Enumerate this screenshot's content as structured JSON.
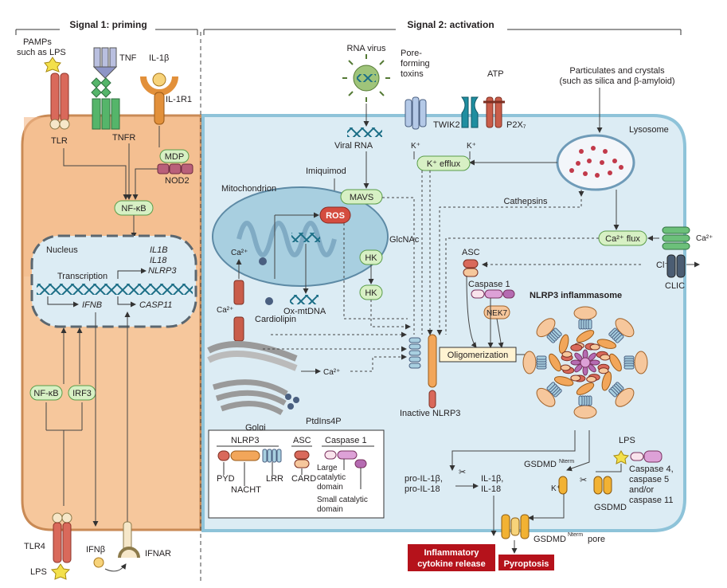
{
  "headers": {
    "signal1": "Signal 1: priming",
    "signal2": "Signal 2: activation"
  },
  "priming": {
    "pamps": [
      "PAMPs",
      "such as LPS"
    ],
    "tnf": "TNF",
    "il1b": "IL-1β",
    "il1r1": "IL-1R1",
    "tlr": "TLR",
    "tnfr": "TNFR",
    "mdp": "MDP",
    "nod2": "NOD2",
    "nfkb": "NF-κB",
    "nucleus": "Nucleus",
    "genes": [
      "IL1B",
      "IL18",
      "NLRP3"
    ],
    "transcription": "Transcription",
    "ifnb_gene": "IFNB",
    "casp11_gene": "CASP11",
    "nfkb2": "NF-κB",
    "irf3": "IRF3",
    "tlr4": "TLR4",
    "lps": "LPS",
    "ifnb": "IFNβ",
    "ifnar": "IFNAR"
  },
  "activation": {
    "rna_virus": "RNA virus",
    "pore_toxins": [
      "Pore-",
      "forming",
      "toxins"
    ],
    "atp": "ATP",
    "particulates": [
      "Particulates and crystals",
      "(such as silica and β-amyloid)"
    ],
    "viral_rna": "Viral RNA",
    "k_plus": "K⁺",
    "twik2": "TWIK2",
    "p2x7": "P2X₇",
    "lysosome": "Lysosome",
    "k_efflux": "K⁺ efflux",
    "imiquimod": "Imiquimod",
    "mitochondrion": "Mitochondrion",
    "mavs": "MAVS",
    "ros": "ROS",
    "cathepsins": "Cathepsins",
    "ca_flux": "Ca²⁺ flux",
    "ca2": "Ca²⁺",
    "glcnac": "GlcNAc",
    "hk": "HK",
    "asc": "ASC",
    "cl_minus": "Cl⁻",
    "clic": "CLIC",
    "caspase1": "Caspase 1",
    "nek7": "NEK7",
    "nlrp3_inflammasome": "NLRP3 inflammasome",
    "cardiolipin": "Cardiolipin",
    "ox_mtdna": "Ox-mtDNA",
    "oligomerization": "Oligomerization",
    "inactive_nlrp3": "Inactive NLRP3",
    "golgi": "Golgi",
    "ptdins4p": "PtdIns4P",
    "legend": {
      "nlrp3": "NLRP3",
      "asc": "ASC",
      "caspase1": "Caspase 1",
      "pyd": "PYD",
      "nacht": "NACHT",
      "lrr": "LRR",
      "card": "CARD",
      "large_cat": [
        "Large",
        "catalytic",
        "domain"
      ],
      "small_cat": [
        "Small catalytic",
        "domain"
      ]
    },
    "lps": "LPS",
    "caspases": [
      "Caspase 4,",
      "caspase 5",
      "and/or",
      "caspase 11"
    ],
    "gsdmd_nterm": "GSDMD",
    "nterm_sup": "Nterm",
    "gsdmd": "GSDMD",
    "pro_il": [
      "pro-IL-1β,",
      "pro-IL-18"
    ],
    "il": [
      "IL-1β,",
      "IL-18"
    ],
    "pore": "pore",
    "inflammatory": [
      "Inflammatory",
      "cytokine release"
    ],
    "pyroptosis": "Pyroptosis"
  },
  "colors": {
    "priming_bg": "#f6c79c",
    "nucleus_bg": "#dcecf4",
    "cell_bg": "#dcecf4",
    "membrane": "#8ec3d9",
    "green_box": "#d7f0c4",
    "red_box": "#b5121b"
  }
}
